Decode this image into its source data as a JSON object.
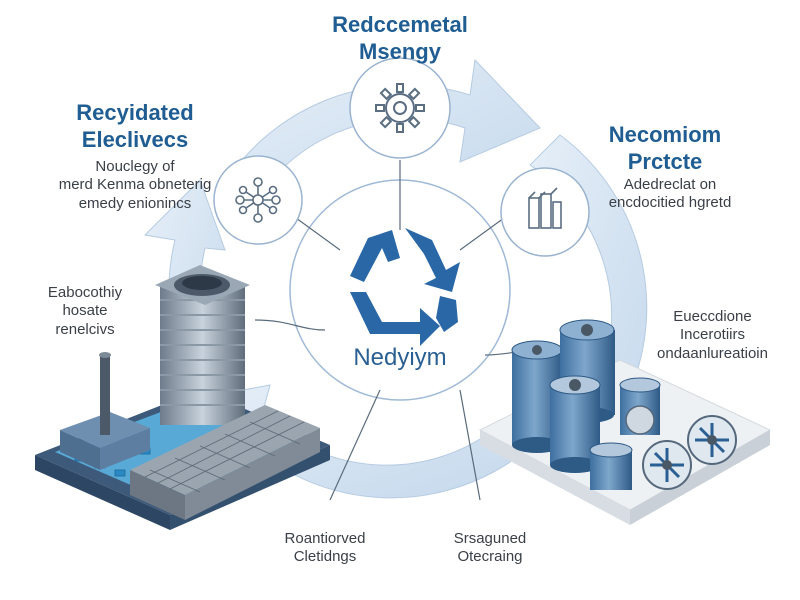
{
  "colors": {
    "accent": "#1f5d92",
    "recycle_blue": "#2a67a6",
    "arrow_light": "#cfe0f1",
    "text_dark": "#3a3f47"
  },
  "top": {
    "title_lines": [
      "Redccemetal",
      "Msengy"
    ],
    "icon": "gear-icon"
  },
  "left_top": {
    "title_lines": [
      "Recyidated",
      "Eleclivecs"
    ],
    "desc_lines": [
      "Nouclegy of",
      "merd Kenma obneterig",
      "emedy enionincs"
    ],
    "icon": "molecule-icon"
  },
  "right_top": {
    "title_lines": [
      "Necomiom",
      "Prctcte"
    ],
    "desc_lines": [
      "Adedreclat on",
      "encdocitied hgretd"
    ],
    "icon": "magnet-icon"
  },
  "left_mid": {
    "desc_lines": [
      "Eabocothiy",
      "hosate",
      "renelcivs"
    ]
  },
  "right_mid": {
    "desc_lines": [
      "Eueccdione",
      "Incerotiirs",
      "ondaanlureatioin"
    ]
  },
  "center": {
    "label": "Nedyiym",
    "icon": "recycle-icon"
  },
  "bottom_left": {
    "desc_lines": [
      "Roantiorved",
      "Cletidngs"
    ]
  },
  "bottom_right": {
    "desc_lines": [
      "Srsaguned",
      "Otecraing"
    ]
  }
}
